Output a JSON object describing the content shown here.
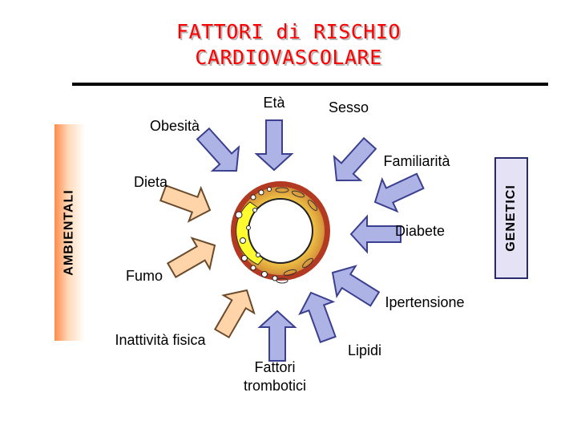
{
  "title": {
    "line1": "FATTORI di RISCHIO",
    "line2": "CARDIOVASCOLARE"
  },
  "labels": {
    "eta": "Età",
    "sesso": "Sesso",
    "obesita": "Obesità",
    "familiarita": "Familiarità",
    "dieta": "Dieta",
    "diabete": "Diabete",
    "fumo": "Fumo",
    "ipertensione": "Ipertensione",
    "inattivita": "Inattività fisica",
    "fattori_line1": "Fattori",
    "fattori_line2": "trombotici",
    "lipidi": "Lipidi"
  },
  "side_bars": {
    "ambientali": "AMBIENTALI",
    "genetici": "GENETICI"
  },
  "colors": {
    "title": "#ff0000",
    "arrow_fill": "#aeb3e6",
    "arrow_stroke": "#3a3f8f",
    "ambientali_arrow_fill": "#ffd4a8",
    "ambientali_arrow_stroke": "#6a4a2a",
    "vessel_outer": "#b33a22",
    "vessel_wall": "#f3c845",
    "plaque": "#fffb2e",
    "lumen": "#ffffff"
  }
}
